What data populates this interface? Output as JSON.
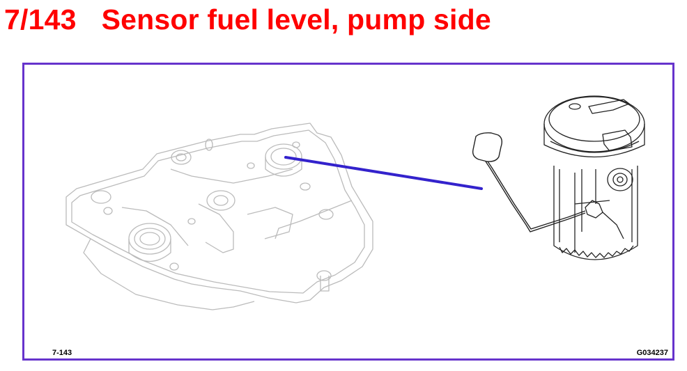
{
  "header": {
    "number": "7/143",
    "title": "Sensor fuel level, pump side",
    "title_color": "#ff0000"
  },
  "figure": {
    "frame_color": "#6633cc",
    "leader_color": "#3322cc",
    "figure_ref": "7-143",
    "graphic_code": "G034237"
  }
}
